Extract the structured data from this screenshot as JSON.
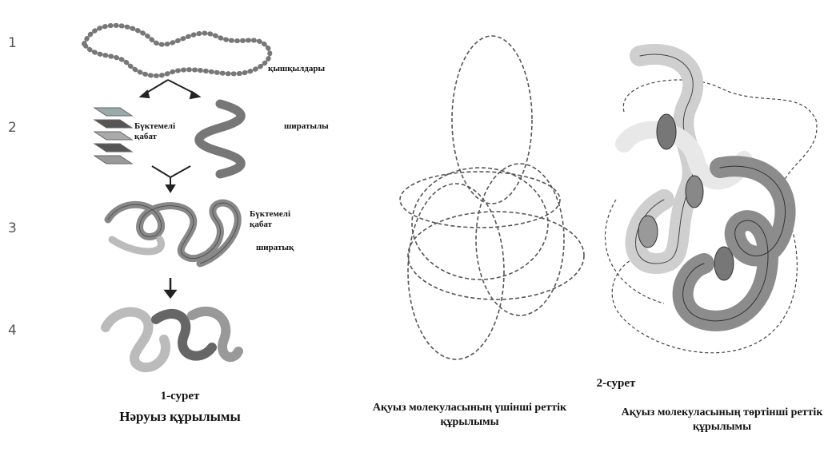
{
  "figure1": {
    "step_numbers": [
      "1",
      "2",
      "3",
      "4"
    ],
    "label_primary": "қышқылдары",
    "label_sheet": "Бүктемелі қабат",
    "label_helix": "ширатылы",
    "label_tertiary_sheet": "Бүктемелі қабат",
    "label_tertiary_helix": "ширатық",
    "caption_number": "1-сурет",
    "caption_title": "Нәруыз құрылымы"
  },
  "figure2": {
    "caption_number": "2-сурет",
    "caption_left": "Ақуыз молекуласының үшінші реттік құрылымы",
    "caption_right": "Ақуыз молекуласының төртінші реттік құрылымы"
  }
}
